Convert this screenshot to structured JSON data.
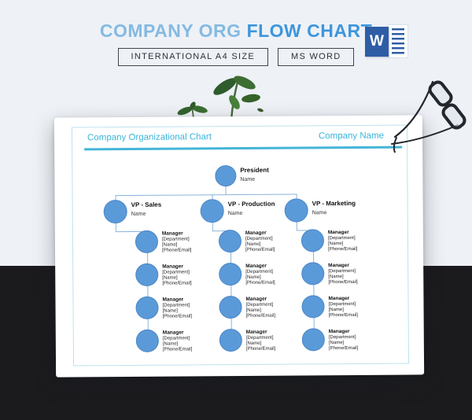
{
  "hero": {
    "title_light": "COMPANY ORG",
    "title_bold": "FLOW CHART",
    "badges": [
      {
        "label": "INTERNATIONAL A4 SIZE"
      },
      {
        "label": "MS WORD"
      }
    ],
    "word_icon_letter": "W"
  },
  "doc": {
    "header": {
      "title": "Company Organizational Chart",
      "company": "Company Name"
    },
    "org": {
      "president": {
        "title": "President",
        "subtitle": "Name"
      },
      "vps": [
        {
          "title": "VP - Sales",
          "subtitle": "Name",
          "managers": [
            {
              "title": "Manager",
              "department": "[Department]",
              "name": "[Name]",
              "contact": "[Phone/Email]"
            },
            {
              "title": "Manager",
              "department": "[Department]",
              "name": "[Name]",
              "contact": "[Phone/Email]"
            },
            {
              "title": "Manager",
              "department": "[Department]",
              "name": "[Name]",
              "contact": "[Phone/Email]"
            },
            {
              "title": "Manager",
              "department": "[Department]",
              "name": "[Name]",
              "contact": "[Phone/Email]"
            }
          ]
        },
        {
          "title": "VP - Production",
          "subtitle": "Name",
          "managers": [
            {
              "title": "Manager",
              "department": "[Department]",
              "name": "[Name]",
              "contact": "[Phone/Email]"
            },
            {
              "title": "Manager",
              "department": "[Department]",
              "name": "[Name]",
              "contact": "[Phone/Email]"
            },
            {
              "title": "Manager",
              "department": "[Department]",
              "name": "[Name]",
              "contact": "[Phone/Email]"
            },
            {
              "title": "Manager",
              "department": "[Department]",
              "name": "[Name]",
              "contact": "[Phone/Email]"
            }
          ]
        },
        {
          "title": "VP - Marketing",
          "subtitle": "Name",
          "managers": [
            {
              "title": "Manager",
              "department": "[Department]",
              "name": "[Name]",
              "contact": "[Phone/Email]"
            },
            {
              "title": "Manager",
              "department": "[Department]",
              "name": "[Name]",
              "contact": "[Phone/Email]"
            },
            {
              "title": "Manager",
              "department": "[Department]",
              "name": "[Name]",
              "contact": "[Phone/Email]"
            },
            {
              "title": "Manager",
              "department": "[Department]",
              "name": "[Name]",
              "contact": "[Phone/Email]"
            }
          ]
        }
      ]
    }
  },
  "colors": {
    "background_top": "#eef1f6",
    "background_bottom": "#1b1b1d",
    "title_light_blue": "#84bae2",
    "title_bold_blue": "#3e96dc",
    "accent_cyan": "#3db5da",
    "node_blue": "#5b9ad8",
    "word_blue": "#2e5da6"
  }
}
